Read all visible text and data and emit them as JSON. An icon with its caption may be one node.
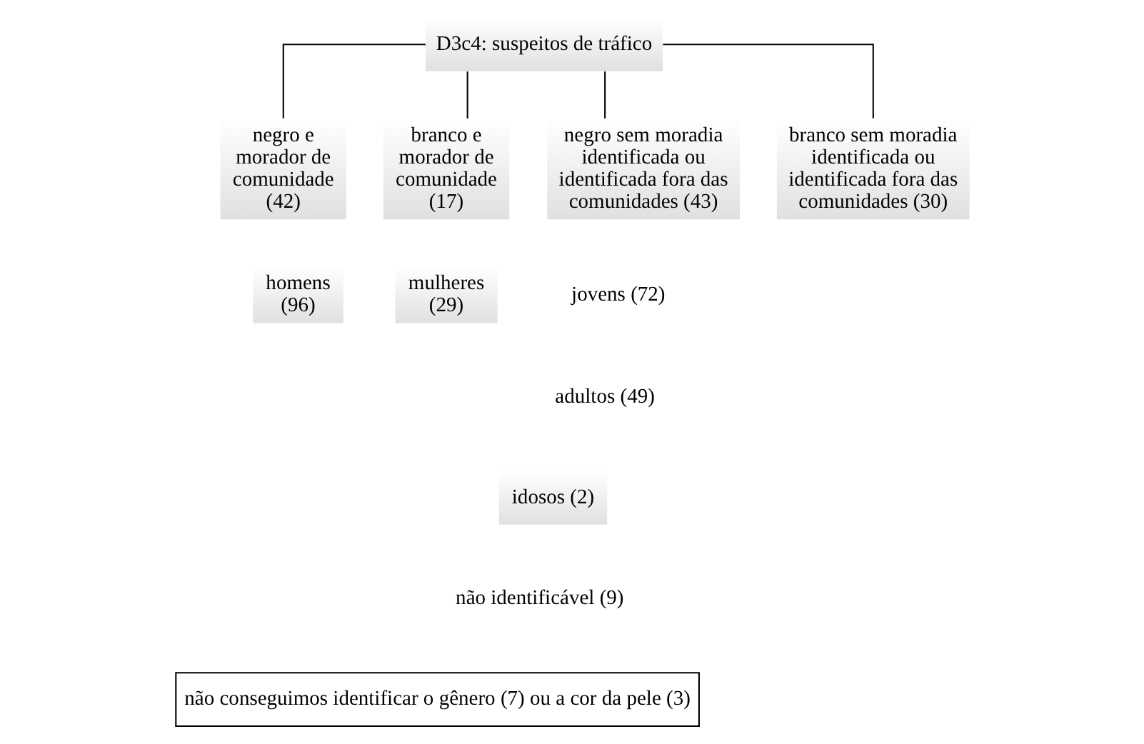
{
  "diagram": {
    "nodes": [
      {
        "text": [
          "D3c4: suspeitos de tráfico"
        ]
      },
      {
        "text": [
          "negro e morador de comunidade (42)"
        ]
      },
      {
        "text": [
          "branco e morador de comunidade (17)"
        ]
      },
      {
        "text": [
          "negro sem moradia identificada ou identificada fora das comunidades (43)"
        ]
      },
      {
        "text": [
          "branco sem moradia identificada ou identificada fora das comunidades (30)"
        ]
      },
      {
        "text": [
          "homens (96)"
        ]
      },
      {
        "text": [
          "mulheres (29)"
        ]
      },
      {
        "text": [
          "idosos (2)"
        ]
      },
      {
        "text": [
          "não conseguimos identificar o gênero (7) ou a cor da pele (3)"
        ]
      }
    ],
    "edges": [
      {
        "from": 0,
        "to": 1,
        "arrow": "none"
      },
      {
        "from": 0,
        "to": 2,
        "arrow": "none"
      },
      {
        "from": 0,
        "to": 3,
        "arrow": "none"
      },
      {
        "from": 0,
        "to": 4,
        "arrow": "none"
      }
    ],
    "labels": [
      "jovens (72)",
      "adultos (49)",
      "não identificável (9)"
    ]
  }
}
